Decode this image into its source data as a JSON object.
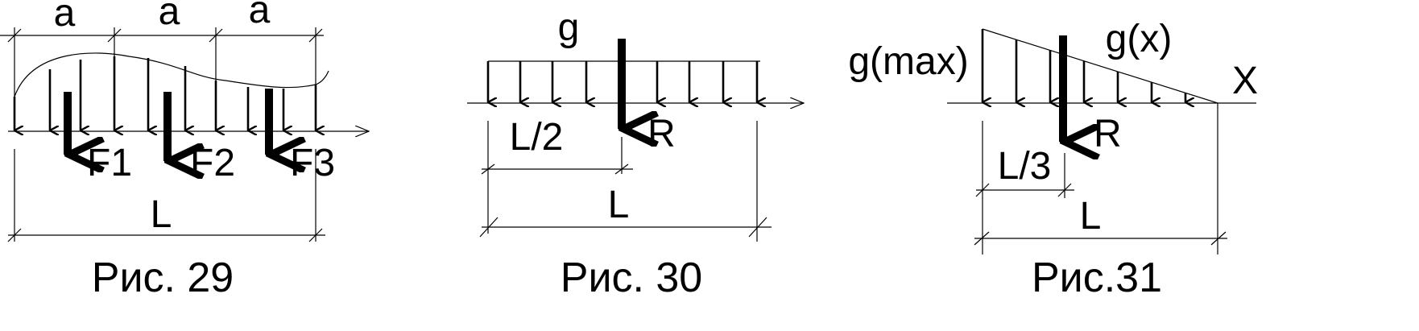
{
  "figures": [
    {
      "caption": "Рис. 29",
      "labels": {
        "segment_a_1": "a",
        "segment_a_2": "a",
        "segment_a_3": "a",
        "force_1": "F1",
        "force_2": "F2",
        "force_3": "F3",
        "length": "L"
      }
    },
    {
      "caption": "Рис. 30",
      "labels": {
        "load": "g",
        "resultant": "R",
        "half_length": "L/2",
        "length": "L"
      }
    },
    {
      "caption": "Рис.31",
      "labels": {
        "load_max": "g(max)",
        "load_x": "g(x)",
        "axis": "X",
        "resultant": "R",
        "third_length": "L/3",
        "length": "L"
      }
    }
  ]
}
